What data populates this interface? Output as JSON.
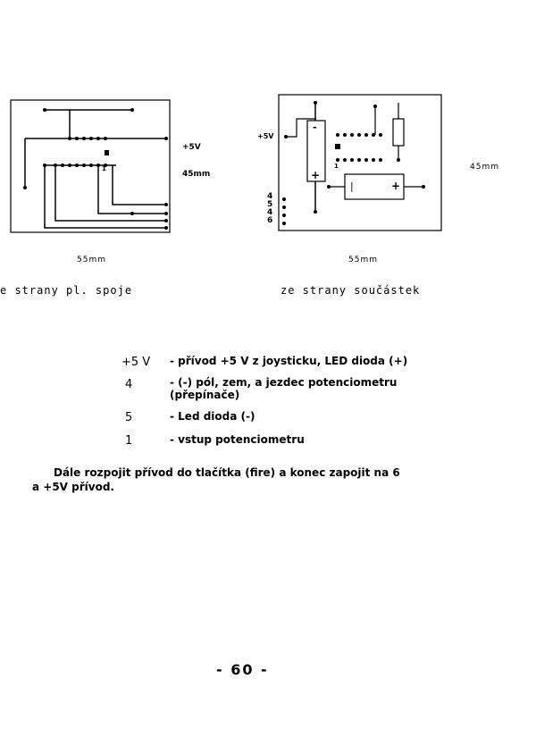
{
  "diagram_left": {
    "label_plus5v": "+5V",
    "label_height": "45mm",
    "label_width": "55mm",
    "pin_label_1": "1",
    "caption": "e strany pl. spoje"
  },
  "diagram_right": {
    "label_plus5v": "+5V",
    "pin_labels": [
      "4",
      "5",
      "4",
      "6"
    ],
    "pin_label_1": "1",
    "label_height": "45mm",
    "label_width": "55mm",
    "caption": "ze strany součástek",
    "minus": "-",
    "plus": "+",
    "bar": "|"
  },
  "legend": [
    {
      "key": "+5 V",
      "value": "- přívod +5 V z joysticku, LED dioda (+)"
    },
    {
      "key": "4",
      "value": "- (-) pól, zem, a jezdec potenciometru\n(přepínače)"
    },
    {
      "key": "5",
      "value": "- Led dioda (-)"
    },
    {
      "key": "1",
      "value": "- vstup potenciometru"
    }
  ],
  "note": {
    "line1": "Dále rozpojit přívod do tlačítka (fire) a konec zapojit na 6",
    "line2": "a +5V přívod."
  },
  "page_number": "- 60 -"
}
